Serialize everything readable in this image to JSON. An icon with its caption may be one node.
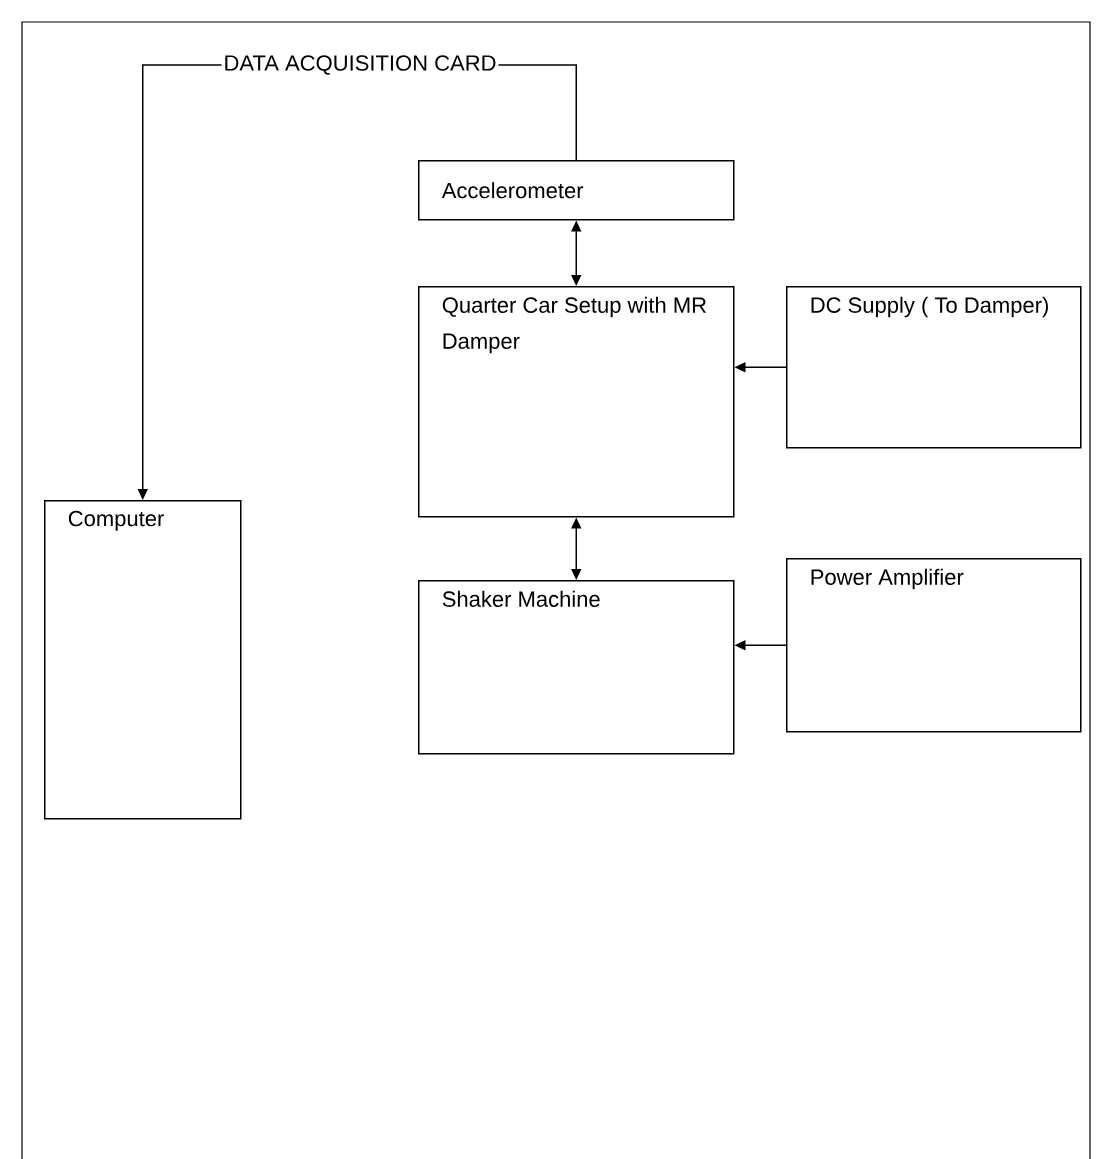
{
  "diagram": {
    "nodes": [
      {
        "text": [
          "Accelerometer"
        ]
      },
      {
        "text": [
          "Quarter Car Setup with MR Damper"
        ]
      },
      {
        "text": [
          "DC Supply ( To Damper)"
        ]
      },
      {
        "text": [
          "Shaker Machine"
        ]
      },
      {
        "text": [
          "Power Amplifier"
        ]
      },
      {
        "text": [
          "Computer"
        ]
      }
    ],
    "edges": [
      {
        "from": 0,
        "to": 5,
        "arrow": "to",
        "label": "DATA ACQUISITION CARD"
      },
      {
        "from": 0,
        "to": 1,
        "arrow": "both"
      },
      {
        "from": 2,
        "to": 1,
        "arrow": "to"
      },
      {
        "from": 1,
        "to": 3,
        "arrow": "both"
      },
      {
        "from": 4,
        "to": 3,
        "arrow": "to"
      }
    ]
  }
}
